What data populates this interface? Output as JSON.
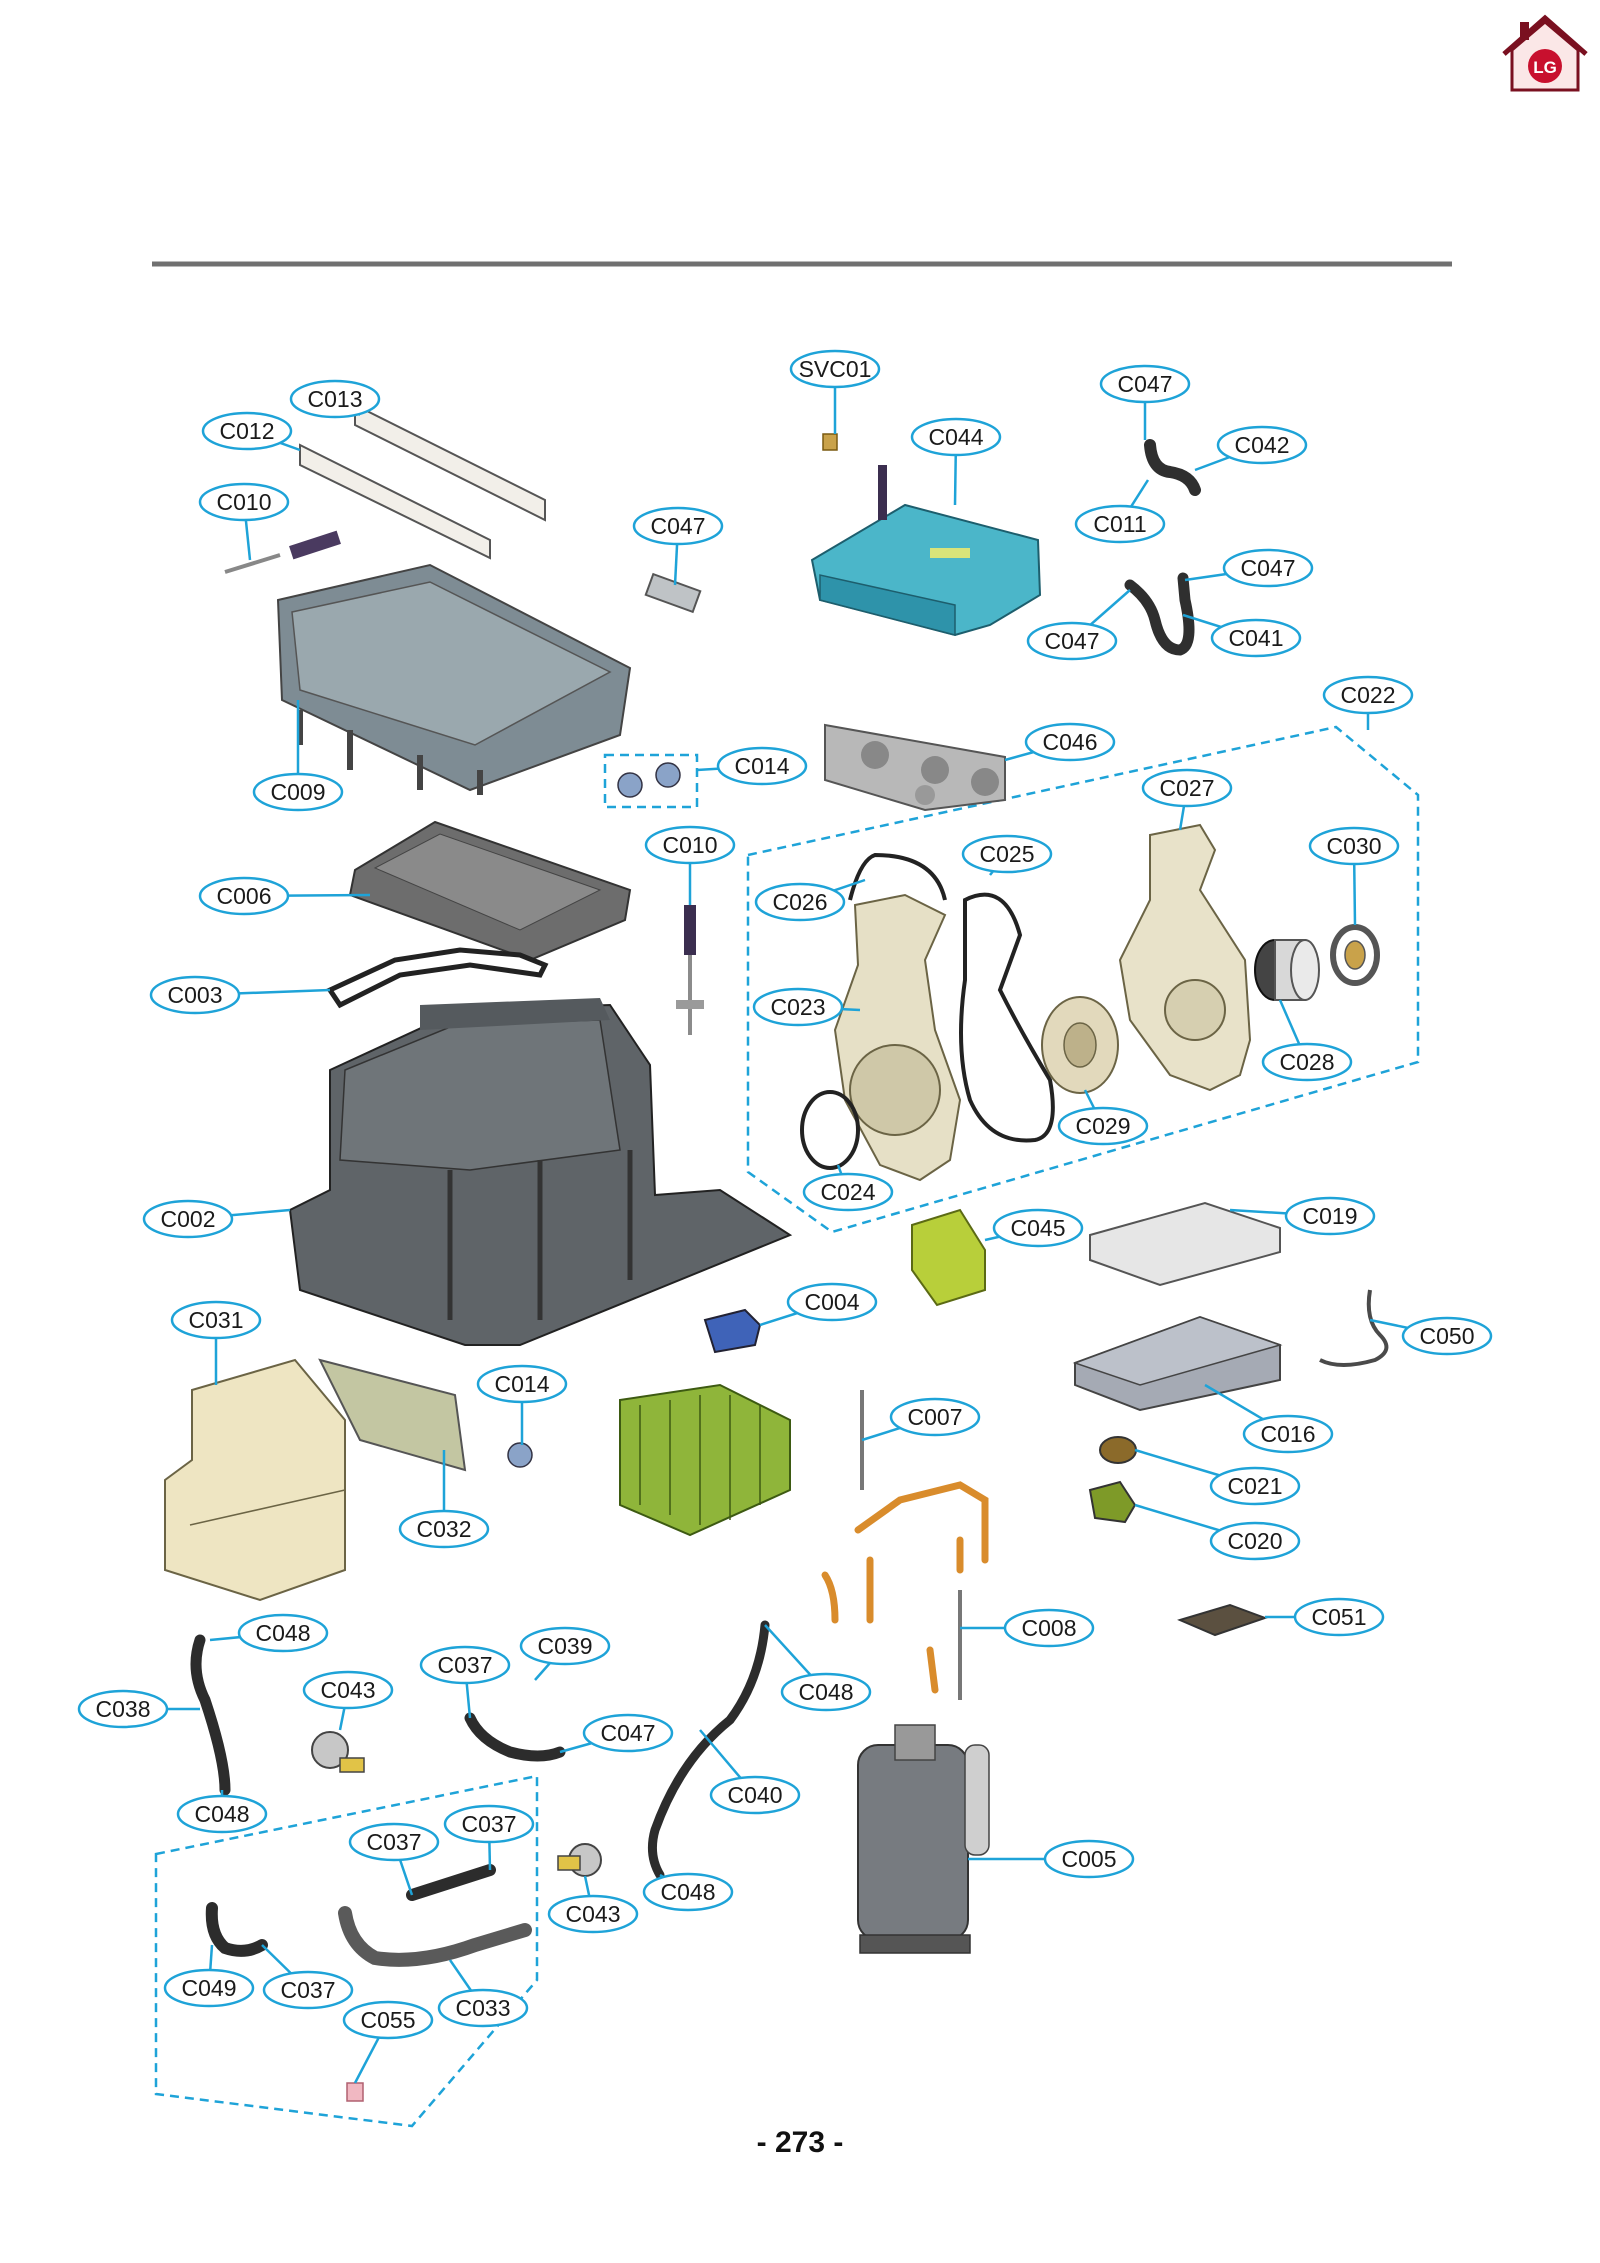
{
  "page": {
    "page_number": "- 273 -"
  },
  "logo": {
    "name": "lg-home-logo-icon",
    "text": "LG"
  },
  "colors": {
    "callout": "#1ea3d8",
    "rule": "#707070",
    "logo_red": "#c8102e"
  },
  "callouts": [
    "SVC01",
    "C047",
    "C013",
    "C012",
    "C044",
    "C042",
    "C010",
    "C047",
    "C011",
    "C047",
    "C047",
    "C041",
    "C022",
    "C046",
    "C009",
    "C014",
    "C027",
    "C030",
    "C010",
    "C025",
    "C006",
    "C026",
    "C003",
    "C023",
    "C028",
    "C029",
    "C024",
    "C002",
    "C045",
    "C019",
    "C004",
    "C031",
    "C050",
    "C014",
    "C007",
    "C016",
    "C021",
    "C020",
    "C032",
    "C048",
    "C051",
    "C008",
    "C039",
    "C037",
    "C043",
    "C048",
    "C038",
    "C047",
    "C040",
    "C048",
    "C037",
    "C037",
    "C005",
    "C043",
    "C048",
    "C049",
    "C037",
    "C055",
    "C033"
  ]
}
